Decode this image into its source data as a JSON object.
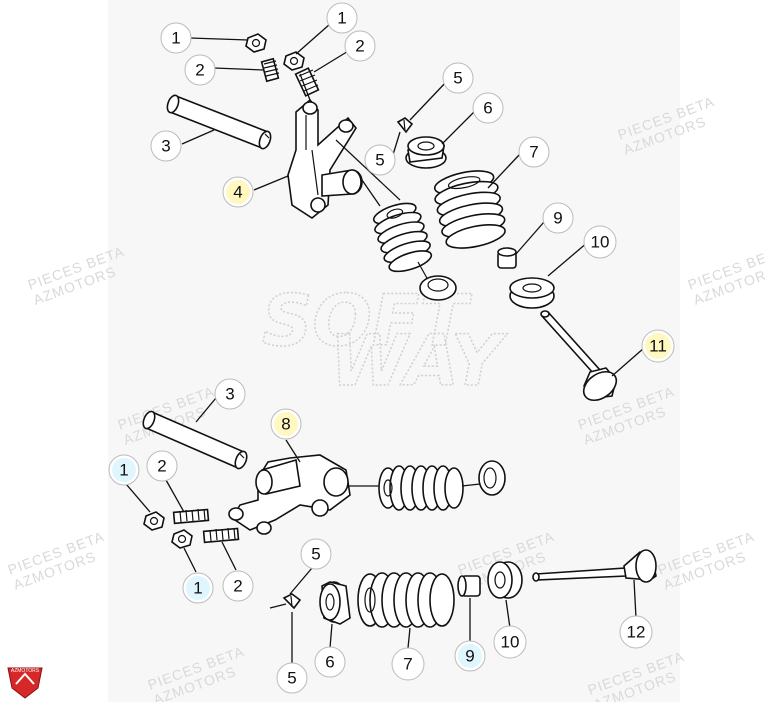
{
  "watermark": {
    "lines": [
      "PIECES BETA",
      "AZMOTORS"
    ],
    "center_mark": [
      "SOFT",
      "WAY"
    ]
  },
  "logo": {
    "text": "AZMOTORS",
    "color": "#d62828"
  },
  "callouts": {
    "top": [
      "1",
      "1",
      "2",
      "2",
      "3",
      "4",
      "5",
      "5",
      "6",
      "7",
      "9",
      "10",
      "11"
    ],
    "bottom": [
      "3",
      "8",
      "1",
      "2",
      "1",
      "2",
      "5",
      "5",
      "6",
      "7",
      "9",
      "10",
      "12"
    ]
  }
}
